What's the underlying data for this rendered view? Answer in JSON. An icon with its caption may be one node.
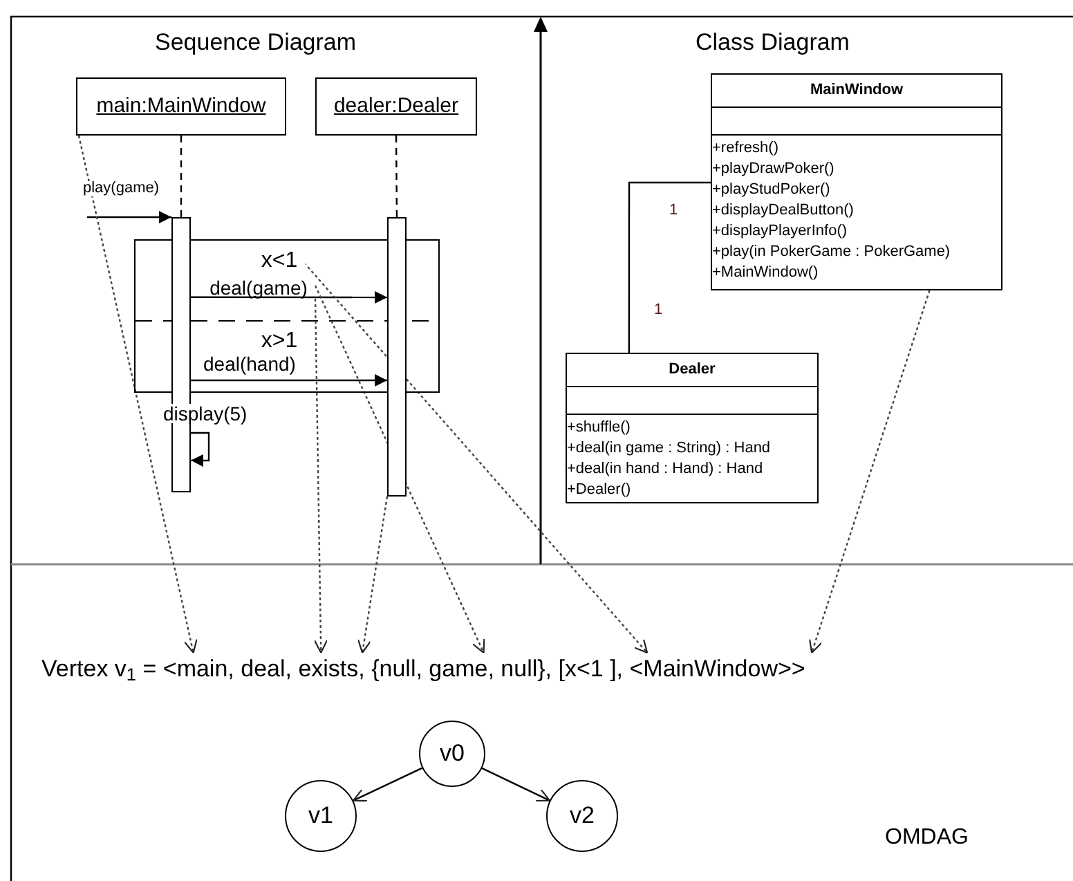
{
  "diagram": {
    "nodes": [
      {
        "text": [
          "main:MainWindow"
        ]
      },
      {
        "text": [
          "dealer:Dealer"
        ]
      },
      {
        "text": [],
        "shape": "bar"
      },
      {
        "text": [],
        "shape": "bar"
      },
      {
        "text": [],
        "shape": "box"
      },
      {
        "text": [
          "x<1"
        ],
        "in": 4
      },
      {
        "text": [
          "deal(game)"
        ],
        "in": 4
      },
      {
        "text": [
          "x>1"
        ],
        "in": 4
      },
      {
        "text": [
          "MainWindow",
          "+refresh()",
          "+playDrawPoker()",
          "+playStudPoker()",
          "+displayDealButton()",
          "+displayPlayerInfo()",
          "+play(in PokerGame : PokerGame)",
          "+MainWindow()"
        ]
      },
      {
        "text": [
          "Dealer",
          "+shuffle()",
          "+deal(in game : String) : Hand",
          "+deal(in hand : Hand) : Hand",
          "+Dealer()"
        ]
      },
      {
        "text": [
          "Vertex v$_{1}$ = <main, deal, exists, {null, game, null}, [x<1 ], <MainWindow>>"
        ]
      },
      {
        "text": [
          "v0"
        ]
      },
      {
        "text": [
          "v1"
        ]
      },
      {
        "text": [
          "v2"
        ]
      }
    ],
    "edges": [
      {
        "from": 0,
        "to": 2,
        "arrow": "none",
        "style": "dashed"
      },
      {
        "from": 1,
        "to": 3,
        "arrow": "none",
        "style": "dashed"
      },
      {
        "from": null,
        "to": 2,
        "arrow": "to",
        "label": "play(game)"
      },
      {
        "from": 2,
        "to": 3,
        "arrow": "to"
      },
      {
        "from": 2,
        "to": 3,
        "arrow": "to",
        "label": "deal(hand)"
      },
      {
        "from": 2,
        "to": 2,
        "arrow": "to",
        "label": "display(5)"
      },
      {
        "from": 8,
        "to": 9,
        "arrow": "none"
      },
      {
        "from": 0,
        "to": 10,
        "arrow": "to",
        "style": "dashed",
        "color": "#444444"
      },
      {
        "from": 6,
        "to": 10,
        "arrow": "to",
        "style": "dashed",
        "color": "#444444"
      },
      {
        "from": 3,
        "to": 10,
        "arrow": "to",
        "style": "dashed",
        "color": "#444444"
      },
      {
        "from": 6,
        "to": 10,
        "arrow": "to",
        "style": "dashed",
        "color": "#444444"
      },
      {
        "from": 5,
        "to": 10,
        "arrow": "to",
        "style": "dashed",
        "color": "#444444"
      },
      {
        "from": 8,
        "to": 10,
        "arrow": "to",
        "style": "dashed",
        "color": "#444444"
      },
      {
        "from": 11,
        "to": 12,
        "arrow": "to"
      },
      {
        "from": 11,
        "to": 13,
        "arrow": "to"
      }
    ],
    "labels": [
      "Sequence Diagram",
      "Class Diagram",
      "1",
      "1",
      "OMDAG"
    ]
  }
}
